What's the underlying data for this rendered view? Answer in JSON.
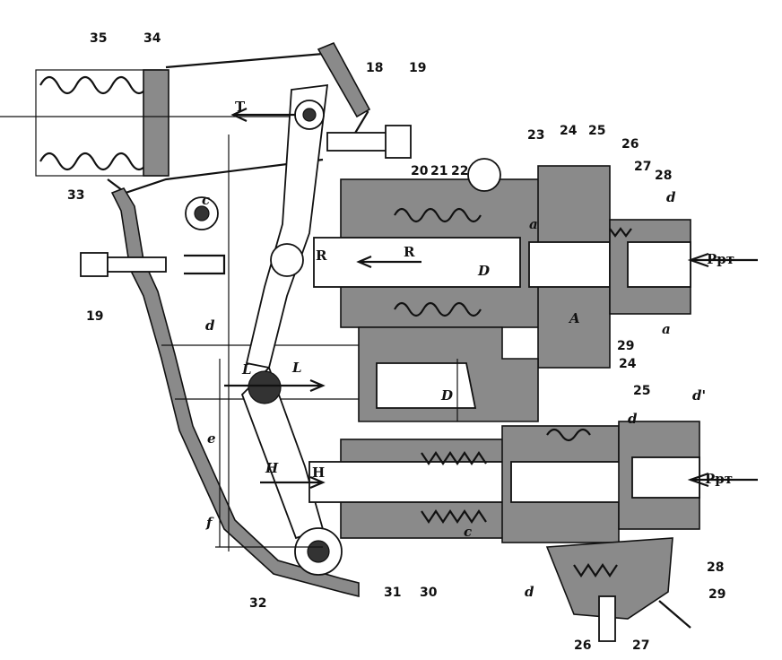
{
  "labels": {
    "n35": "35",
    "n34": "34",
    "n18": "18",
    "n19_top": "19",
    "n23": "23",
    "n24_top": "24",
    "n25_top": "25",
    "n26_top": "26",
    "n27_top": "27",
    "n28_top": "28",
    "n20": "20",
    "n21": "21",
    "n22": "22",
    "n33": "33",
    "n19_left": "19",
    "n24_mid": "24",
    "n25_mid": "25",
    "n28_bot": "28",
    "n29_top": "29",
    "n29_bot": "29",
    "n32": "32",
    "n31": "31",
    "n30": "30",
    "n26_bot": "26",
    "n27_bot": "27"
  },
  "letters": {
    "T": "T",
    "R_arrow": "R",
    "R_end": "R",
    "D_top": "D",
    "D_mid": "D",
    "L1": "L",
    "L2": "L",
    "H1": "H",
    "H2": "H",
    "A": "A",
    "c_top": "c",
    "d_left": "d",
    "e_left": "e",
    "f_left": "f",
    "a_top": "a",
    "a_right": "a",
    "d_top_right": "d",
    "d_mid_right": "d'",
    "d_small": "d",
    "c_bot": "c",
    "d_bot": "d",
    "p_top": "Pрт",
    "p_bot": "Pрт"
  }
}
